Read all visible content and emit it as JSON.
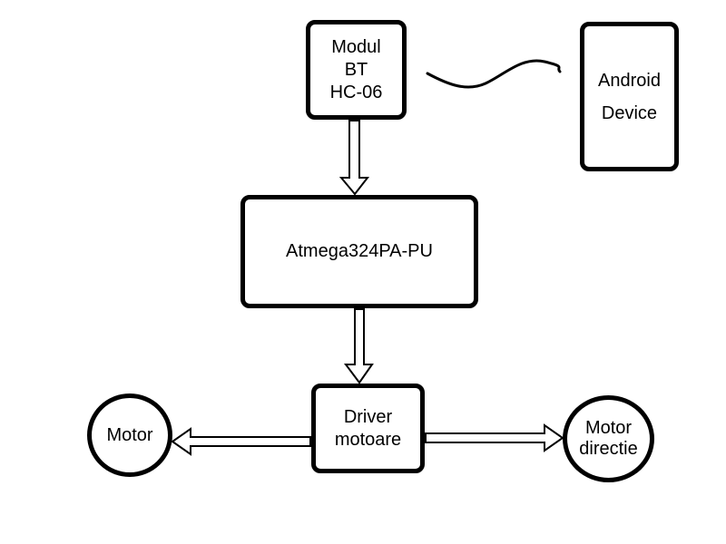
{
  "blocks": {
    "bt_module": {
      "lines": [
        "Modul",
        "BT",
        "HC-06"
      ]
    },
    "android_device": {
      "lines": [
        "Android",
        "Device"
      ]
    },
    "mcu": {
      "lines": [
        "Atmega324PA-PU"
      ]
    },
    "motor_driver": {
      "lines": [
        "Driver",
        "motoare"
      ]
    },
    "motor": {
      "lines": [
        "Motor"
      ]
    },
    "motor_directie": {
      "lines": [
        "Motor",
        "directie"
      ]
    }
  },
  "connections": [
    {
      "from": "Modul BT HC-06",
      "to": "Atmega324PA-PU",
      "style": "hollow-arrow"
    },
    {
      "from": "Atmega324PA-PU",
      "to": "Driver motoare",
      "style": "hollow-arrow"
    },
    {
      "from": "Driver motoare",
      "to": "Motor",
      "style": "hollow-arrow"
    },
    {
      "from": "Driver motoare",
      "to": "Motor directie",
      "style": "hollow-arrow"
    },
    {
      "from": "Modul BT HC-06",
      "to": "Android Device",
      "style": "wireless-wave"
    }
  ],
  "colors": {
    "stroke": "#000000",
    "fill": "#ffffff",
    "background": "#ffffff"
  }
}
